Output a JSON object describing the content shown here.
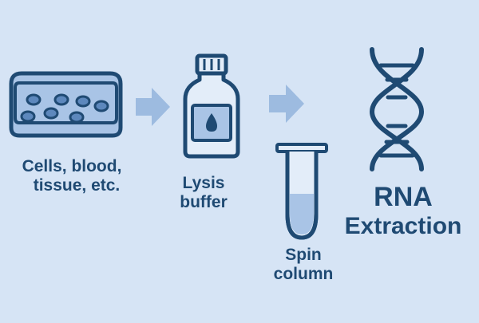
{
  "steps": [
    {
      "id": "cells",
      "lines": [
        "Cells, blood,",
        "tissue, etc."
      ]
    },
    {
      "id": "lysis",
      "lines": [
        "Lysis",
        "buffer"
      ]
    },
    {
      "id": "spin",
      "lines": [
        "Spin",
        "column"
      ]
    },
    {
      "id": "rna",
      "lines": [
        "RNA",
        "Extraction"
      ]
    }
  ],
  "icons": [
    "tissue-slab-icon",
    "lysis-bottle-icon",
    "spin-column-tube-icon",
    "dna-helix-icon",
    "arrow-right-icon"
  ],
  "colors": {
    "background": "#d6e4f5",
    "stroke": "#1f4a73",
    "fill_light": "#a9c4e6",
    "fill_pale": "#e3edf9",
    "arrow": "#9dbbe0"
  }
}
